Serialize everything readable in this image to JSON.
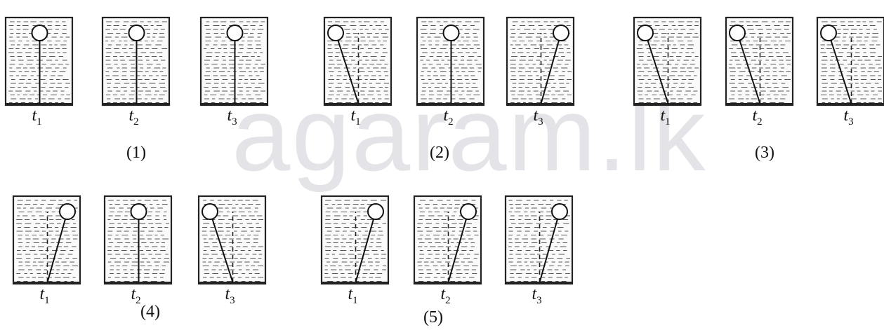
{
  "watermark": "agaram.lk",
  "options": [
    {
      "label": "(1)",
      "frames": [
        {
          "label": "t",
          "sub": "1",
          "tilt": "vertical"
        },
        {
          "label": "t",
          "sub": "2",
          "tilt": "vertical"
        },
        {
          "label": "t",
          "sub": "3",
          "tilt": "vertical"
        }
      ]
    },
    {
      "label": "(2)",
      "frames": [
        {
          "label": "t",
          "sub": "1",
          "tilt": "left"
        },
        {
          "label": "t",
          "sub": "2",
          "tilt": "vertical"
        },
        {
          "label": "t",
          "sub": "3",
          "tilt": "right"
        }
      ]
    },
    {
      "label": "(3)",
      "frames": [
        {
          "label": "t",
          "sub": "1",
          "tilt": "left"
        },
        {
          "label": "t",
          "sub": "2",
          "tilt": "left"
        },
        {
          "label": "t",
          "sub": "3",
          "tilt": "left"
        }
      ]
    },
    {
      "label": "(4)",
      "frames": [
        {
          "label": "t",
          "sub": "1",
          "tilt": "right"
        },
        {
          "label": "t",
          "sub": "2",
          "tilt": "vertical"
        },
        {
          "label": "t",
          "sub": "3",
          "tilt": "left"
        }
      ]
    },
    {
      "label": "(5)",
      "frames": [
        {
          "label": "t",
          "sub": "1",
          "tilt": "right"
        },
        {
          "label": "t",
          "sub": "2",
          "tilt": "right"
        },
        {
          "label": "t",
          "sub": "3",
          "tilt": "right"
        }
      ]
    }
  ]
}
